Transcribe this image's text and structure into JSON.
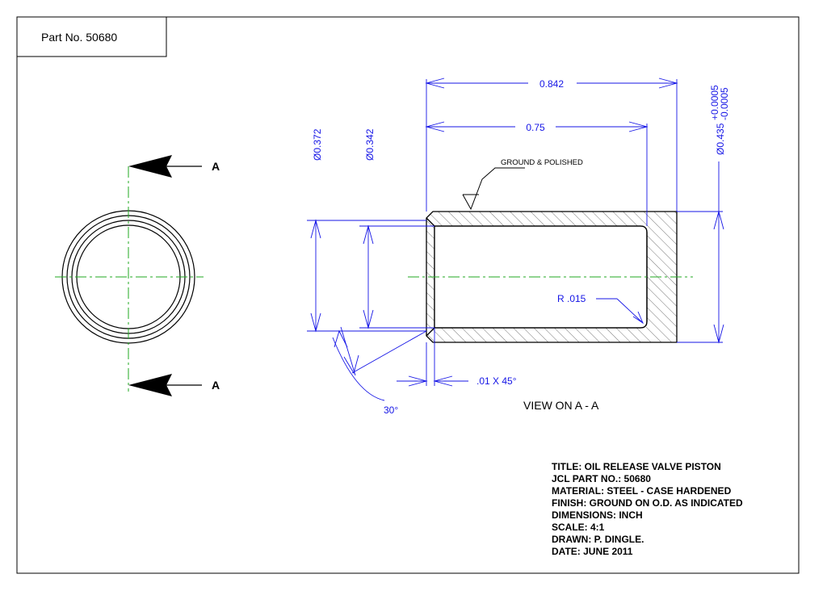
{
  "part_no_box": "Part No. 50680",
  "section_marker": "A",
  "view_label": "VIEW ON A - A",
  "finish_callout": "GROUND & POLISHED",
  "dimensions": {
    "overall_length": "0.842",
    "bore_length": "0.75",
    "outer_dia": "Ø0.435",
    "outer_tol_plus": "+0.0005",
    "outer_tol_minus": "-0.0005",
    "dia_0372": "Ø0.372",
    "dia_0342": "Ø0.342",
    "radius": "R .015",
    "chamfer": ".01 X 45°",
    "angle": "30°"
  },
  "title_block": {
    "title": "TITLE: OIL RELEASE VALVE PISTON",
    "part": "JCL PART NO.: 50680",
    "material": "MATERIAL: STEEL - CASE HARDENED",
    "finish": "FINISH: GROUND ON O.D. AS INDICATED",
    "dims": "DIMENSIONS: INCH",
    "scale": "SCALE: 4:1",
    "drawn": "DRAWN: P. DINGLE.",
    "date": "DATE: JUNE 2011"
  },
  "colors": {
    "dimension": "#1515e6",
    "centerline": "#22aa22",
    "outline": "#000000"
  }
}
